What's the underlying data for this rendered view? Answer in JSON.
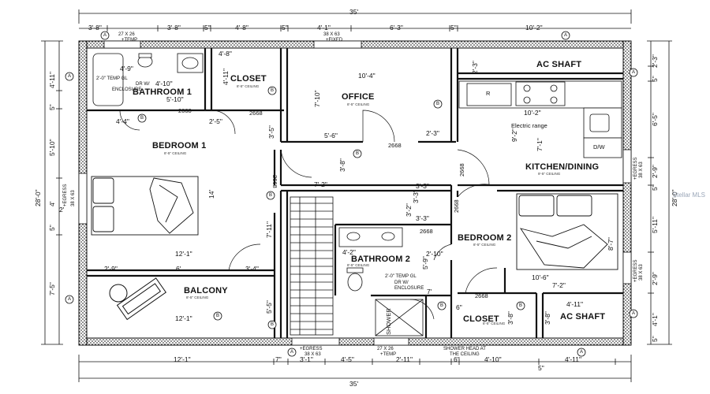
{
  "rooms": {
    "closet_top": "CLOSET",
    "bathroom1": "BATHROOM 1",
    "office": "OFFICE",
    "ac_shaft_top": "AC SHAFT",
    "kitchen": "KITCHEN/DINING",
    "bedroom1": "BEDROOM 1",
    "bedroom2": "BEDROOM 2",
    "bathroom2": "BATHROOM 2",
    "balcony": "BALCONY",
    "closet_bottom": "CLOSET",
    "ac_shaft_bottom": "AC SHAFT",
    "shower": "SHOWER",
    "dw": "D/W"
  },
  "ceilings": {
    "eight_five": "8'-5\" CEILING",
    "nine_five": "9'-5\" CEILING"
  },
  "overall": {
    "width_top": "35'",
    "width_bottom": "35'",
    "depth_left": "28'-0\"",
    "depth_right": "28'-0\""
  },
  "top_dims": [
    "3'-8\"",
    "3'-8\"",
    "5\"",
    "4'-8\"",
    "5\"",
    "4'-1\"",
    "6'-3\"",
    "5\"",
    "10'-2\""
  ],
  "bottom_dims": [
    "12'-1\"",
    "7\"",
    "3'-1\"",
    "4'-5\"",
    "2'-11\"",
    "6\"",
    "4'-10\"",
    "4'-11\"",
    "5\""
  ],
  "interior_dims": {
    "closet_w": "4'-8\"",
    "office_w": "10'-4\"",
    "kitchen_w": "10'-2\"",
    "bath1_a": "4'-9\"",
    "bath1_b": "4'-10\"",
    "bath1_c": "5'-10\"",
    "bed1_a": "4'-4\"",
    "bed1_b": "2'-5\"",
    "office_a": "5'-6\"",
    "office_b": "2'-3\"",
    "hall_a": "7'-2\"",
    "hall_b": "3'-3\"",
    "hall_c": "3'-3\"",
    "bed1_w": "12'-1\"",
    "bal_a": "2'-9\"",
    "bal_b": "6'",
    "bal_c": "3'-4\"",
    "bal_w": "12'-1\"",
    "bath2_a": "4'-2\"",
    "bath2_b": "2'-10\"",
    "bed2_w": "10'-6\"",
    "bed2_b": "7'-2\"",
    "ac_w": "4'-11\"",
    "bath2_c": "7'",
    "six": "6\"",
    "two_inch": "2'"
  },
  "vertical_dims": {
    "left": [
      "4'-11\"",
      "5\"",
      "5'-10\"",
      "4'",
      "5\"",
      "7'-5\""
    ],
    "right": [
      "2'-3\"",
      "5\"",
      "6'-5\"",
      "2'-9\"",
      "5\"",
      "5'-11\"",
      "8'-7\"",
      "2'-9\"",
      "4'-1\"",
      "5\""
    ],
    "interior": [
      "4'-11\"",
      "7'-10\"",
      "3'-5\"",
      "14'",
      "3'-8\"",
      "7'-11\"",
      "3'-2\"",
      "5'-9\"",
      "9'-2\"",
      "7'-1\"",
      "3'-8\"",
      "3'-8\"",
      "2'-3\"",
      "3'-3\"",
      "5'-5\""
    ]
  },
  "door_sizes": [
    "2668",
    "2668",
    "2668",
    "2668",
    "2668",
    "2668",
    "2668",
    "2668",
    "2668",
    "2668"
  ],
  "notes": {
    "top_left_window": "27 X 26",
    "top_left_window_type": "+TEMP",
    "top_fixed_window": "38 X 63",
    "top_fixed_window_type": "+FIXED",
    "bath1_enclosure_1": "2'-0\" TEMP GL",
    "bath1_enclosure_2": "DR W/",
    "bath1_enclosure_3": "ENCLOSURE",
    "bath2_enclosure_1": "2'-0\" TEMP GL",
    "bath2_enclosure_2": "DR W/",
    "bath2_enclosure_3": "ENCLOSURE",
    "egress_left_1": "+EGRESS",
    "egress_left_2": "38 X 63",
    "egress_bottom_1": "+EGRESS",
    "egress_bottom_2": "38 X 63",
    "bottom_window": "27 X 26",
    "bottom_window_type": "+TEMP",
    "shower_head_1": "SHOWER HEAD AT",
    "shower_head_2": "THE CEILING",
    "egress_right_1": "+EGRESS",
    "egress_right_2": "38 X 63",
    "egress_right_b1": "+EGRESS",
    "egress_right_b2": "38 X 63",
    "electric_range": "Electric range",
    "refrigerator": "R",
    "bed_size": "4'",
    "hall_letter": "2668",
    "dim_10_2": "10'-2\""
  },
  "tags": {
    "a": "A",
    "b": "B"
  },
  "watermark": "Stellar MLS"
}
